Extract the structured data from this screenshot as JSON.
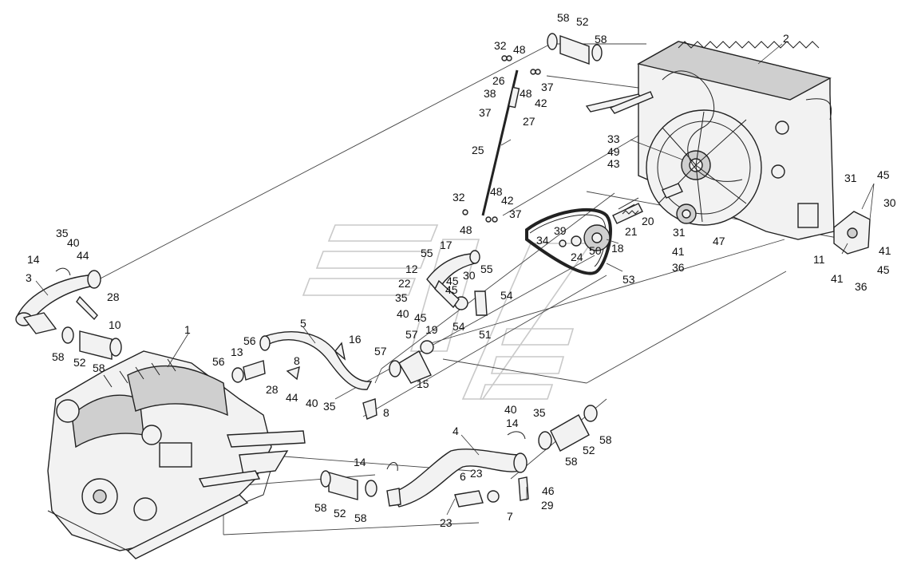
{
  "callouts": {
    "c1": "1",
    "c2": "2",
    "c3": "3",
    "c4": "4",
    "c5": "5",
    "c6": "6",
    "c7": "7",
    "c8a": "8",
    "c8b": "8",
    "c10": "10",
    "c11": "11",
    "c12": "12",
    "c13": "13",
    "c14a": "14",
    "c14b": "14",
    "c14c": "14",
    "c15": "15",
    "c16": "16",
    "c17": "17",
    "c18": "18",
    "c19": "19",
    "c20": "20",
    "c21": "21",
    "c22": "22",
    "c23a": "23",
    "c23b": "23",
    "c24": "24",
    "c25": "25",
    "c26": "26",
    "c27": "27",
    "c28a": "28",
    "c28b": "28",
    "c29": "29",
    "c30a": "30",
    "c30b": "30",
    "c31a": "31",
    "c31b": "31",
    "c32a": "32",
    "c32b": "32",
    "c33": "33",
    "c34": "34",
    "c35a": "35",
    "c35b": "35",
    "c35c": "35",
    "c35d": "35",
    "c36a": "36",
    "c36b": "36",
    "c37a": "37",
    "c37b": "37",
    "c37c": "37",
    "c38": "38",
    "c39": "39",
    "c40a": "40",
    "c40b": "40",
    "c40c": "40",
    "c40d": "40",
    "c41a": "41",
    "c41b": "41",
    "c41c": "41",
    "c42a": "42",
    "c42b": "42",
    "c43": "43",
    "c44a": "44",
    "c44b": "44",
    "c45a": "45",
    "c45b": "45",
    "c45c": "45",
    "c45d": "45",
    "c45e": "45",
    "c46": "46",
    "c47": "47",
    "c48a": "48",
    "c48b": "48",
    "c48c": "48",
    "c48d": "48",
    "c49": "49",
    "c50": "50",
    "c51": "51",
    "c52a": "52",
    "c52b": "52",
    "c52c": "52",
    "c52d": "52",
    "c53": "53",
    "c54a": "54",
    "c54b": "54",
    "c55a": "55",
    "c55b": "55",
    "c56a": "56",
    "c56b": "56",
    "c57a": "57",
    "c57b": "57",
    "c58a": "58",
    "c58b": "58",
    "c58c": "58",
    "c58d": "58",
    "c58e": "58",
    "c58f": "58",
    "c58g": "58",
    "c58h": "58"
  }
}
